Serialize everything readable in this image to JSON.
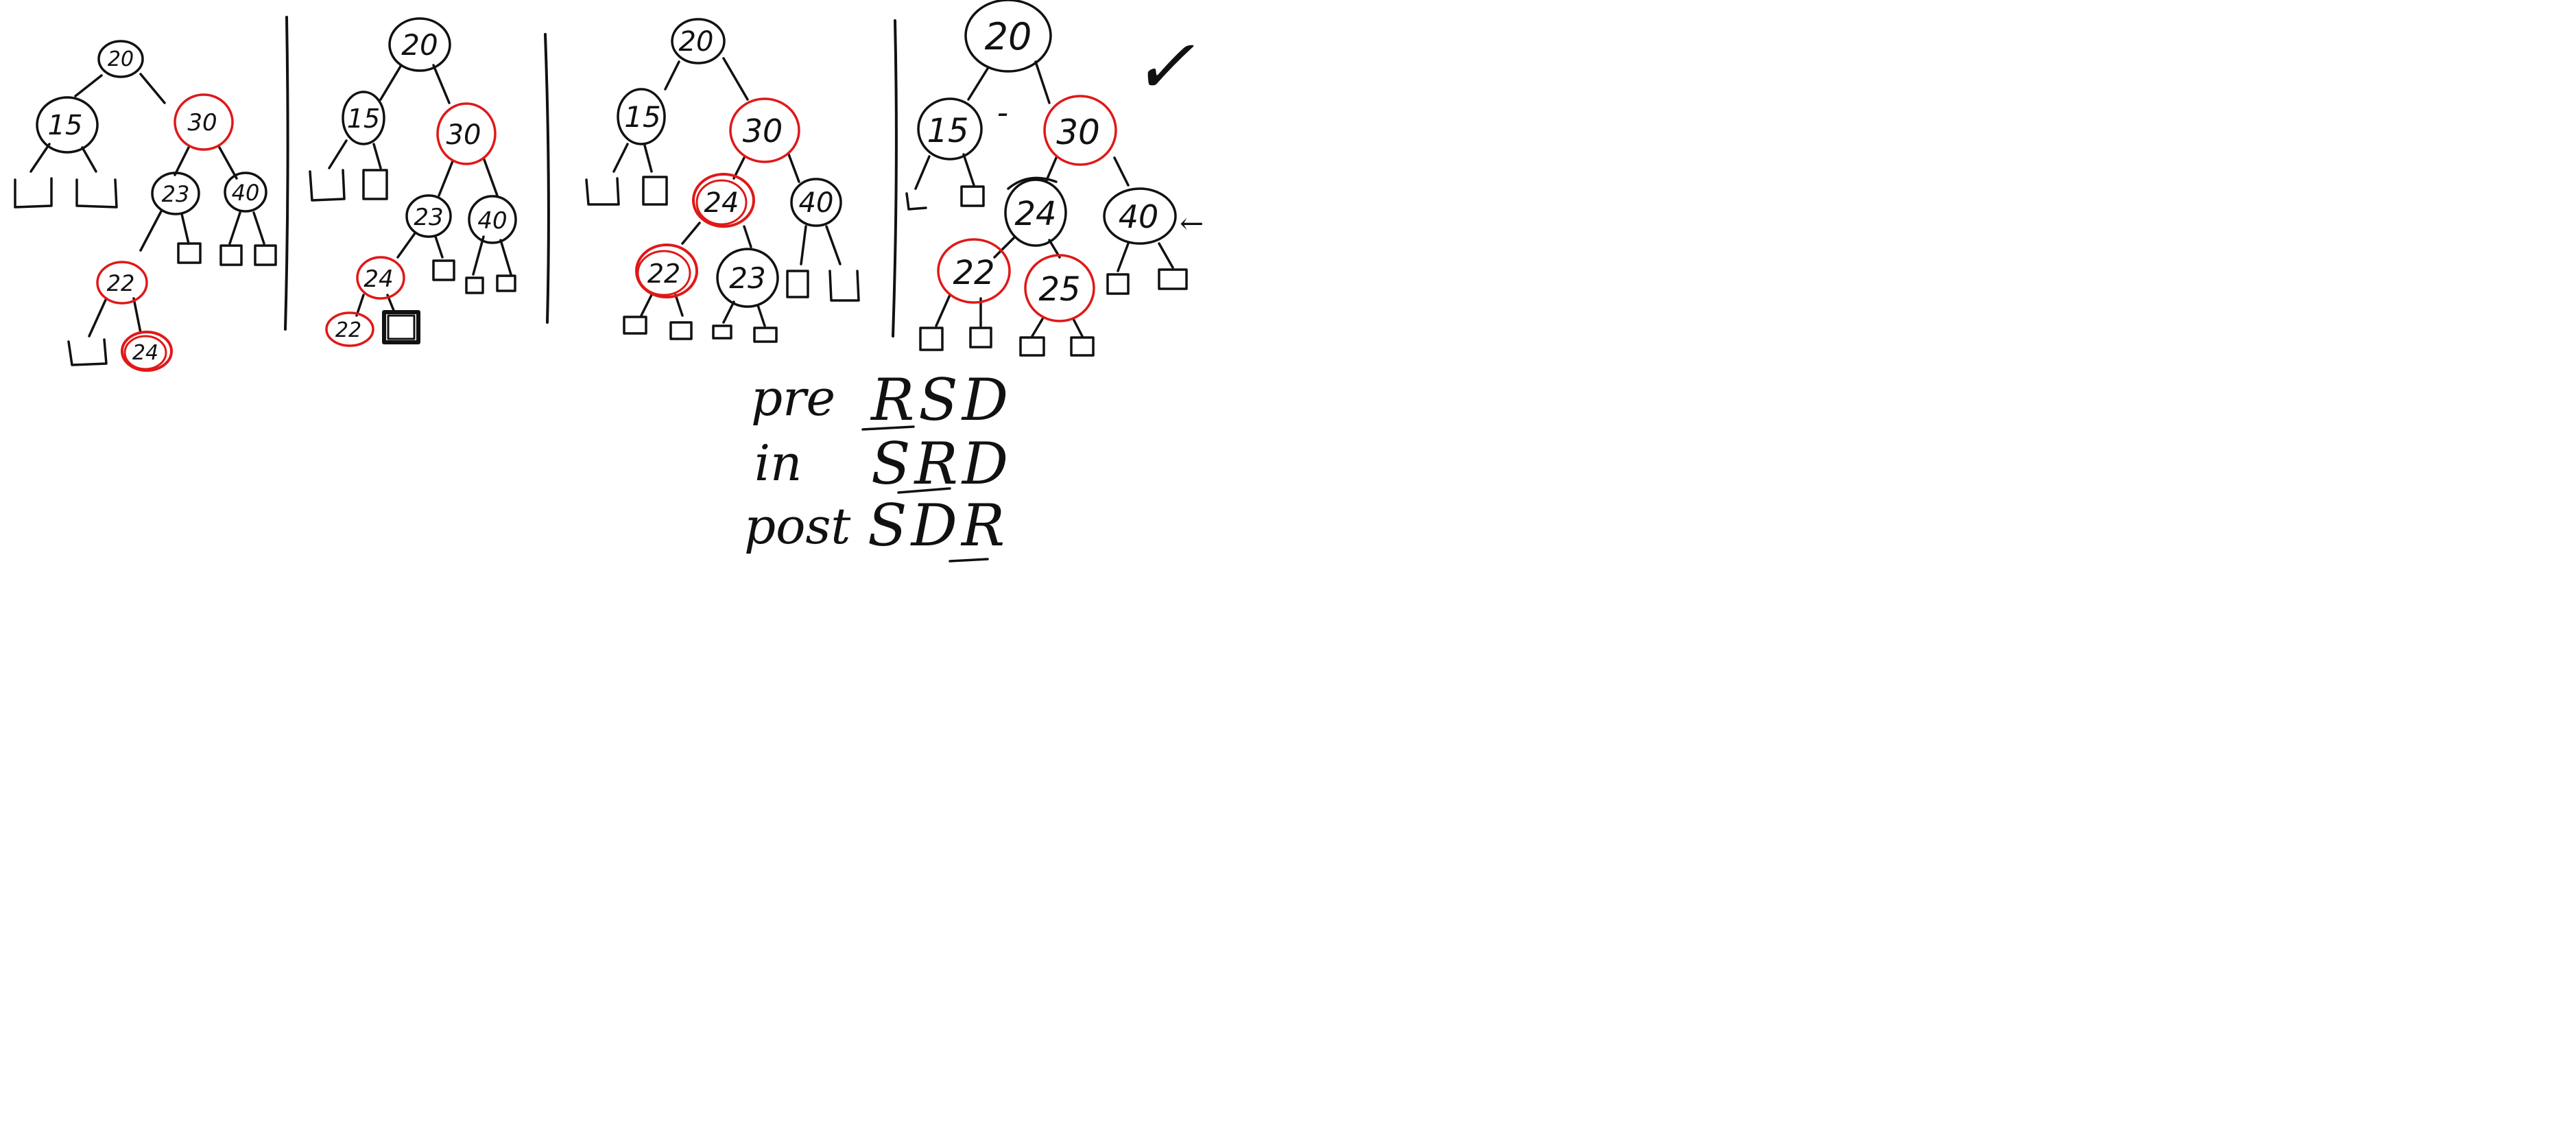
{
  "canvas": {
    "background": "#ffffff",
    "ink_black": "#111111",
    "ink_red": "#e01818"
  },
  "trees": [
    {
      "id": "tree-1",
      "nodes": [
        {
          "key": "n20",
          "label": "20",
          "color": "black"
        },
        {
          "key": "n15",
          "label": "15",
          "color": "black"
        },
        {
          "key": "n30",
          "label": "30",
          "color": "red"
        },
        {
          "key": "n23",
          "label": "23",
          "color": "black"
        },
        {
          "key": "n40",
          "label": "40",
          "color": "black"
        },
        {
          "key": "n22",
          "label": "22",
          "color": "red"
        },
        {
          "key": "n24",
          "label": "24",
          "color": "red"
        }
      ]
    },
    {
      "id": "tree-2",
      "nodes": [
        {
          "key": "n20",
          "label": "20",
          "color": "black"
        },
        {
          "key": "n15",
          "label": "15",
          "color": "black"
        },
        {
          "key": "n30",
          "label": "30",
          "color": "red"
        },
        {
          "key": "n23",
          "label": "23",
          "color": "black"
        },
        {
          "key": "n40",
          "label": "40",
          "color": "black"
        },
        {
          "key": "n24",
          "label": "24",
          "color": "red"
        },
        {
          "key": "n22",
          "label": "22",
          "color": "red"
        }
      ]
    },
    {
      "id": "tree-3",
      "nodes": [
        {
          "key": "n20",
          "label": "20",
          "color": "black"
        },
        {
          "key": "n15",
          "label": "15",
          "color": "black"
        },
        {
          "key": "n30",
          "label": "30",
          "color": "red"
        },
        {
          "key": "n24",
          "label": "24",
          "color": "red"
        },
        {
          "key": "n40",
          "label": "40",
          "color": "black"
        },
        {
          "key": "n22",
          "label": "22",
          "color": "red"
        },
        {
          "key": "n23",
          "label": "23",
          "color": "black"
        }
      ]
    },
    {
      "id": "tree-4",
      "nodes": [
        {
          "key": "n20",
          "label": "20",
          "color": "black"
        },
        {
          "key": "n15",
          "label": "15",
          "color": "black"
        },
        {
          "key": "n30",
          "label": "30",
          "color": "red"
        },
        {
          "key": "n24",
          "label": "24",
          "color": "black"
        },
        {
          "key": "n40",
          "label": "40",
          "color": "black"
        },
        {
          "key": "n22",
          "label": "22",
          "color": "red"
        },
        {
          "key": "n25",
          "label": "25",
          "color": "red"
        }
      ]
    }
  ],
  "traversals": [
    {
      "name": "pre",
      "order": "RSD"
    },
    {
      "name": "in",
      "order": "SRD"
    },
    {
      "name": "post",
      "order": "SDR"
    }
  ],
  "marks": {
    "check": "✓",
    "dash": "-",
    "arrow": "←"
  }
}
